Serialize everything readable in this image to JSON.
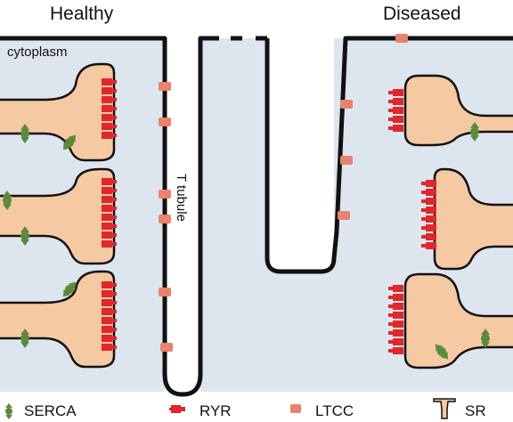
{
  "labels": {
    "healthy": "Healthy",
    "diseased": "Diseased",
    "cytoplasm": "cytoplasm",
    "t_tubule": "T tubule"
  },
  "legend": [
    {
      "id": "serca",
      "label": "SERCA",
      "icon": "serca-icon"
    },
    {
      "id": "ryr",
      "label": "RYR",
      "icon": "ryr-icon"
    },
    {
      "id": "ltcc",
      "label": "LTCC",
      "icon": "ltcc-icon"
    },
    {
      "id": "sr",
      "label": "SR",
      "icon": "sr-icon"
    }
  ],
  "colors": {
    "cytoplasm": "#dde6ef",
    "sr": "#f5c9a2",
    "ryr": "#e0272b",
    "ltcc": "#e9826e",
    "serca": "#5c8a3c",
    "membrane": "#111111"
  }
}
